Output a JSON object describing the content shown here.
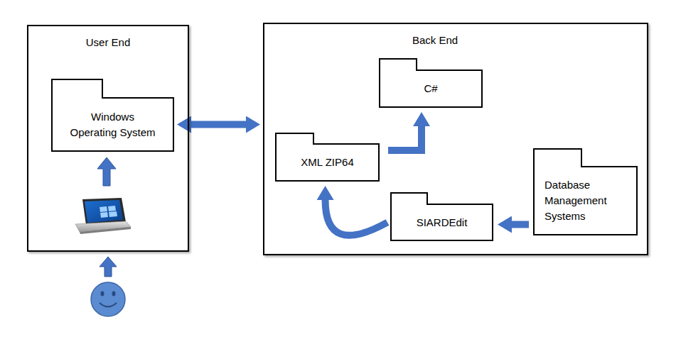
{
  "diagram": {
    "nodes": [
      {
        "text": [
          "User End"
        ]
      },
      {
        "text": [
          "Windows Operating System"
        ],
        "in": 0
      },
      {
        "text": [
          "Back End"
        ]
      },
      {
        "text": [
          "C#"
        ],
        "in": 2
      },
      {
        "text": [
          "XML ZIP64"
        ],
        "in": 2
      },
      {
        "text": [
          "SIARDEdit"
        ],
        "in": 2
      },
      {
        "text": [
          "Database Management Systems"
        ],
        "in": 2
      }
    ],
    "edges": [
      {
        "from": 1,
        "to": 2,
        "arrow": "both"
      },
      {
        "from": 6,
        "to": 5,
        "arrow": "to"
      },
      {
        "from": 5,
        "to": 4,
        "arrow": "to"
      },
      {
        "from": 4,
        "to": 3,
        "arrow": "to"
      }
    ]
  }
}
